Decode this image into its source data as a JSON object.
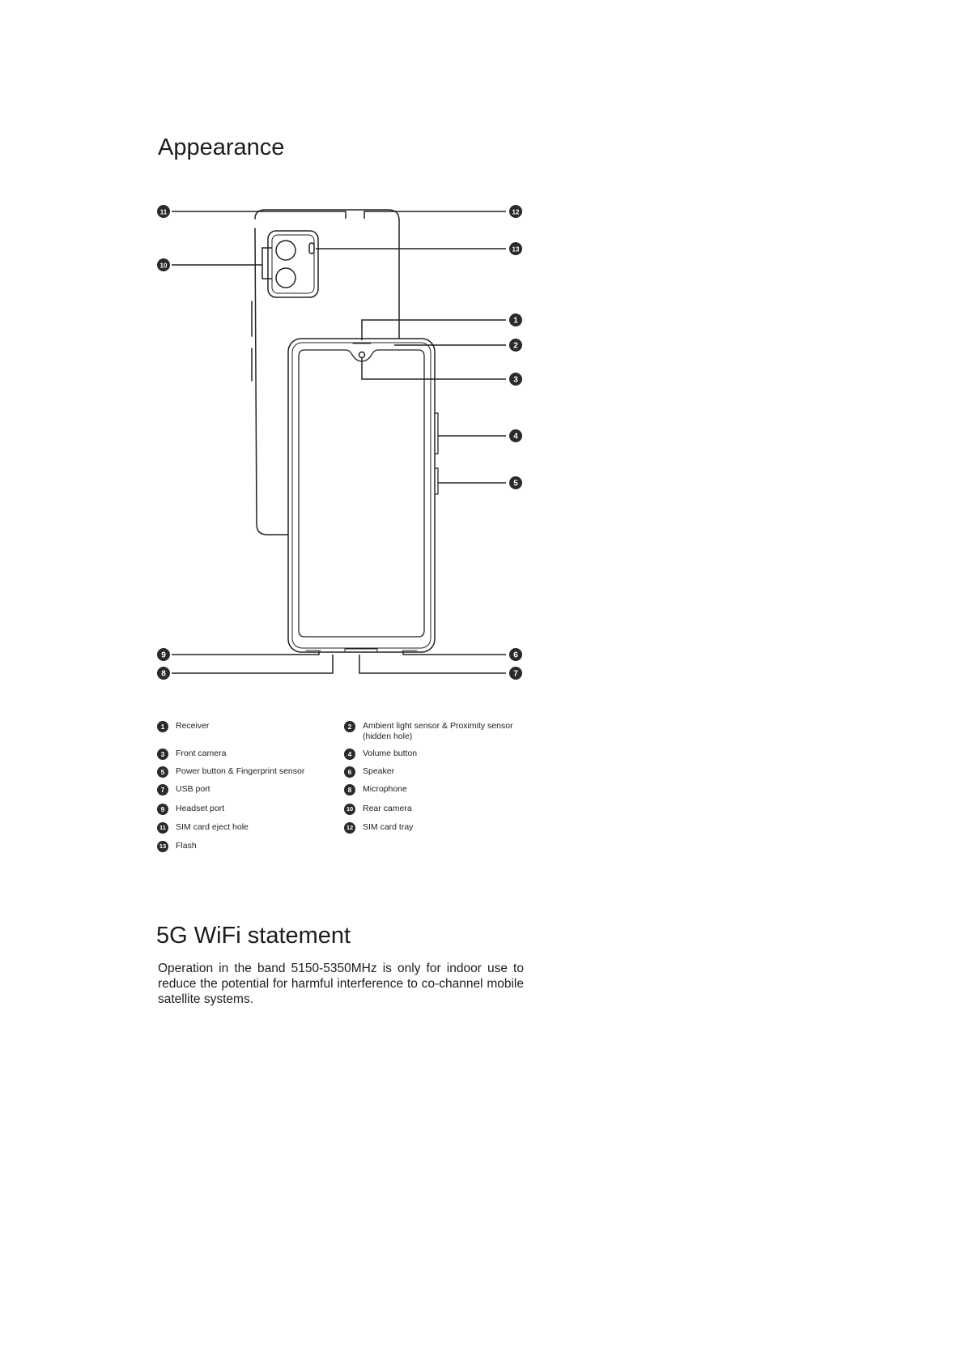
{
  "appearance": {
    "title": "Appearance"
  },
  "callouts": [
    "1",
    "2",
    "3",
    "4",
    "5",
    "6",
    "7",
    "8",
    "9",
    "10",
    "11",
    "12",
    "13"
  ],
  "legend": {
    "items": [
      {
        "number": "1",
        "label": "Receiver"
      },
      {
        "number": "2",
        "label": "Ambient light sensor & Proximity sensor\n(hidden hole)"
      },
      {
        "number": "3",
        "label": "Front camera"
      },
      {
        "number": "4",
        "label": "Volume button"
      },
      {
        "number": "5",
        "label": "Power button & Fingerprint sensor"
      },
      {
        "number": "6",
        "label": "Speaker"
      },
      {
        "number": "7",
        "label": "USB port"
      },
      {
        "number": "8",
        "label": "Microphone"
      },
      {
        "number": "9",
        "label": "Headset port"
      },
      {
        "number": "10",
        "label": "Rear camera"
      },
      {
        "number": "11",
        "label": "SIM card eject hole"
      },
      {
        "number": "12",
        "label": "SIM card tray"
      },
      {
        "number": "13",
        "label": "Flash"
      }
    ]
  },
  "wifi": {
    "title": "5G WiFi statement",
    "body": "Operation in the band 5150-5350MHz is only for indoor use to reduce the potential for harmful interference to co-channel mobile satellite systems."
  },
  "colors": {
    "ink": "#222222",
    "badge": "#2a2a2a",
    "background": "#ffffff"
  }
}
